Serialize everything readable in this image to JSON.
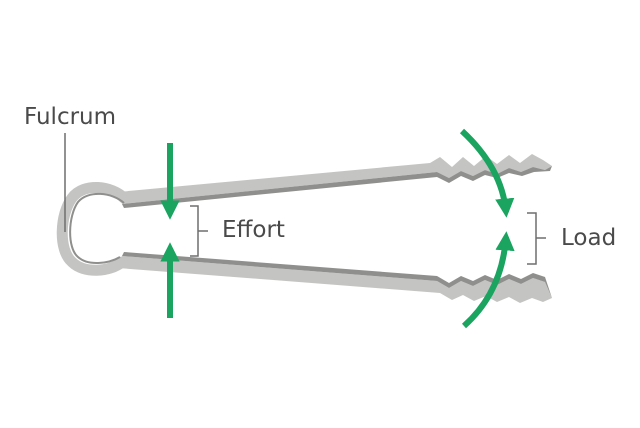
{
  "labels": {
    "fulcrum": "Fulcrum",
    "effort": "Effort",
    "load": "Load"
  },
  "colors": {
    "arrow": "#1aa460",
    "tong_fill": "#c4c4c2",
    "tong_shade": "#8f8f8d",
    "line": "#6e6e6e",
    "text": "#4a4a4a"
  }
}
